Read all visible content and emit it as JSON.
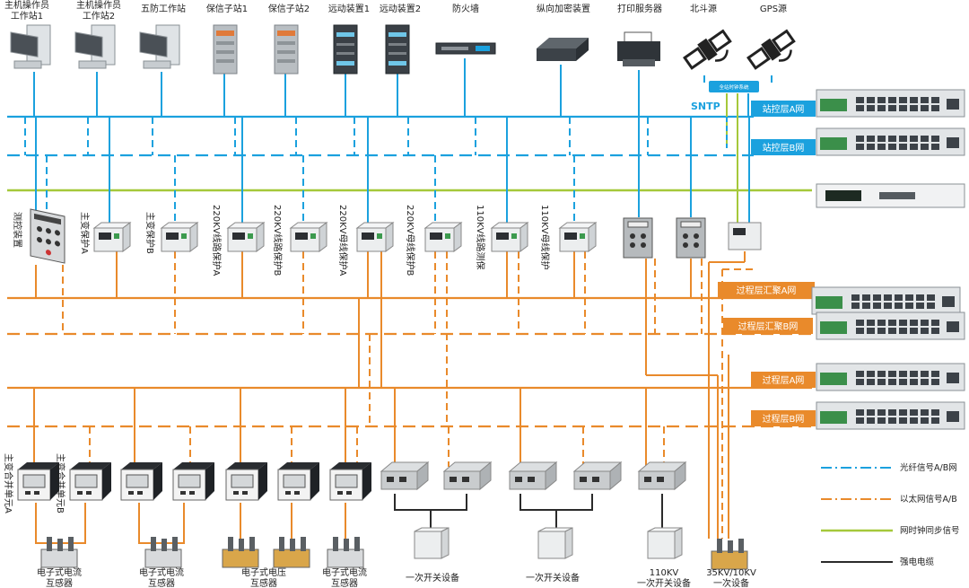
{
  "colors": {
    "blue": "#1ba1de",
    "orange": "#e98a2b",
    "green": "#a5c83a",
    "black": "#2b2b2b"
  },
  "top_devices": [
    {
      "label1": "主机操作员",
      "label2": "工作站1",
      "icon": "workstation-icon"
    },
    {
      "label1": "主机操作员",
      "label2": "工作站2",
      "icon": "workstation-icon"
    },
    {
      "label1": "五防工作站",
      "label2": "",
      "icon": "workstation-icon"
    },
    {
      "label1": "保信子站1",
      "label2": "",
      "icon": "server-cabinet-icon"
    },
    {
      "label1": "保信子站2",
      "label2": "",
      "icon": "server-cabinet-icon"
    },
    {
      "label1": "远动装置1",
      "label2": "",
      "icon": "telecontrol-cabinet-icon"
    },
    {
      "label1": "远动装置2",
      "label2": "",
      "icon": "telecontrol-cabinet-icon"
    },
    {
      "label1": "防火墙",
      "label2": "",
      "icon": "firewall-icon"
    },
    {
      "label1": "纵向加密装置",
      "label2": "",
      "icon": "encryption-device-icon"
    },
    {
      "label1": "打印服务器",
      "label2": "",
      "icon": "printer-icon"
    },
    {
      "label1": "北斗源",
      "label2": "",
      "icon": "satellite-icon"
    },
    {
      "label1": "GPS源",
      "label2": "",
      "icon": "satellite-icon"
    }
  ],
  "clock_box_label": "全站时钟系统",
  "sntp_label": "SNTP",
  "network_tags": {
    "station_a": "站控层A网",
    "station_b": "站控层B网",
    "process_agg_a": "过程层汇聚A网",
    "process_agg_b": "过程层汇聚B网",
    "process_a": "过程层A网",
    "process_b": "过程层B网"
  },
  "bay_devices": [
    {
      "label": "测控装置",
      "icon": "measurement-control-icon"
    },
    {
      "label": "主变保护A",
      "icon": "protection-device-icon"
    },
    {
      "label": "主变保护B",
      "icon": "protection-device-icon"
    },
    {
      "label": "220KV线路保护A",
      "icon": "protection-device-icon"
    },
    {
      "label": "220KV线路保护B",
      "icon": "protection-device-icon"
    },
    {
      "label": "220KV母线保护A",
      "icon": "protection-device-icon"
    },
    {
      "label": "220KV母线保护B",
      "icon": "protection-device-icon"
    },
    {
      "label": "110KV线路测保",
      "icon": "protection-device-icon"
    },
    {
      "label": "110KV母线保护",
      "icon": "protection-device-icon"
    }
  ],
  "merging_units": [
    {
      "label": "主变合并单元A"
    },
    {
      "label": "主变合并单元B"
    }
  ],
  "bottom_labels": [
    {
      "label1": "电子式电流",
      "label2": "互感器"
    },
    {
      "label1": "电子式电流",
      "label2": "互感器"
    },
    {
      "label1": "电子式电压",
      "label2": "互感器"
    },
    {
      "label1": "电子式电流",
      "label2": "互感器"
    },
    {
      "label1": "一次开关设备",
      "label2": ""
    },
    {
      "label1": "一次开关设备",
      "label2": ""
    },
    {
      "label1": "110KV",
      "label2": "一次开关设备"
    },
    {
      "label1": "35KV/10KV",
      "label2": "一次设备"
    }
  ],
  "legend": [
    {
      "label": "光纤信号A/B网",
      "color": "#1ba1de",
      "style": "dash-dot"
    },
    {
      "label": "以太网信号A/B",
      "color": "#e98a2b",
      "style": "dash-dot"
    },
    {
      "label": "网时钟同步信号",
      "color": "#a5c83a",
      "style": "solid"
    },
    {
      "label": "强电电缆",
      "color": "#2b2b2b",
      "style": "solid"
    }
  ]
}
